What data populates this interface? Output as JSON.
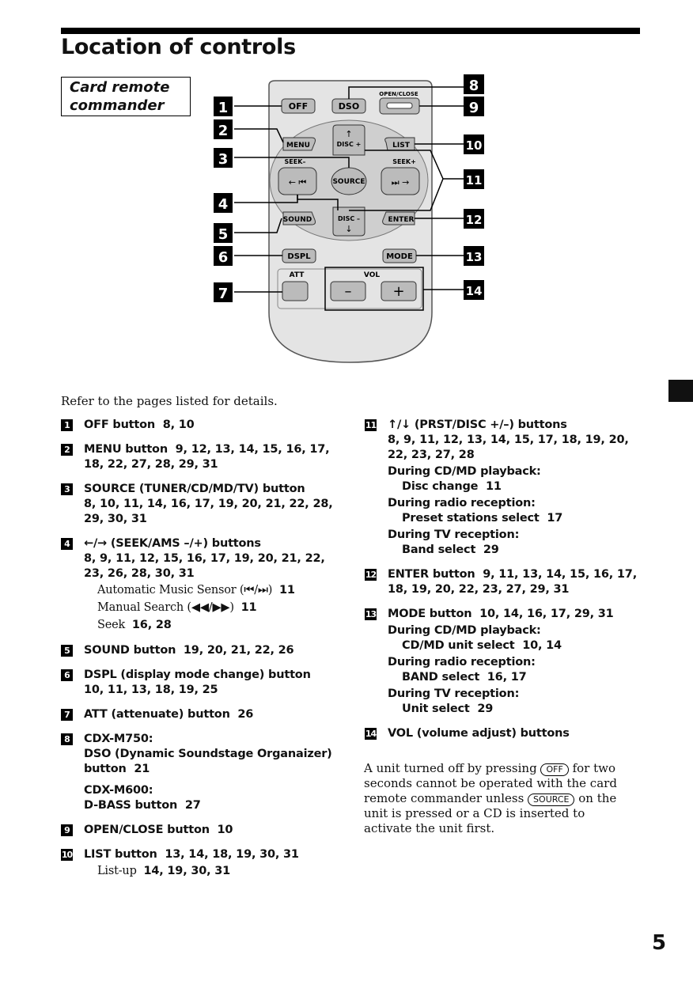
{
  "title": "Location of controls",
  "figure_label": "Card remote commander",
  "page_number": "5",
  "intro": "Refer to the pages listed for details.",
  "remote": {
    "off": "OFF",
    "dso": "DSO",
    "open_close": "OPEN/CLOSE",
    "menu": "MENU",
    "disc_plus": "DISC +",
    "list": "LIST",
    "seek_minus": "SEEK–",
    "seek_plus": "SEEK+",
    "source": "SOURCE",
    "sound": "SOUND",
    "disc_minus": "DISC –",
    "enter": "ENTER",
    "dspl": "DSPL",
    "mode": "MODE",
    "att": "ATT",
    "vol": "VOL",
    "vol_minus": "–",
    "vol_plus": "+",
    "callouts": [
      "1",
      "2",
      "3",
      "4",
      "5",
      "6",
      "7",
      "8",
      "9",
      "10",
      "11",
      "12",
      "13",
      "14"
    ]
  },
  "left_items": [
    {
      "num": "1",
      "text": "OFF button",
      "pages": "8, 10"
    },
    {
      "num": "2",
      "text": "MENU button",
      "pages": "9, 12, 13, 14, 15, 16, 17, 18, 22, 27, 28, 29, 31"
    },
    {
      "num": "3",
      "text": "SOURCE (TUNER/CD/MD/TV) button",
      "pages": "8, 10, 11, 14, 16, 17, 19, 20, 21, 22, 28, 29, 30, 31"
    },
    {
      "num": "4",
      "text": "←/→ (SEEK/AMS –/+) buttons",
      "pages": "8, 9, 11, 12, 15, 16, 17, 19, 20, 21, 22, 23, 26, 28, 30, 31",
      "sub": [
        {
          "label": "Automatic Music Sensor (⏮/⏭)",
          "pages": "11"
        },
        {
          "label": "Manual Search (◀◀/▶▶)",
          "pages": "11"
        },
        {
          "label": "Seek",
          "pages": "16, 28"
        }
      ]
    },
    {
      "num": "5",
      "text": "SOUND button",
      "pages": "19, 20, 21, 22, 26"
    },
    {
      "num": "6",
      "text": "DSPL (display mode change) button",
      "pages": "10, 11, 13, 18, 19, 25"
    },
    {
      "num": "7",
      "text": "ATT (attenuate) button",
      "pages": "26"
    },
    {
      "num": "8",
      "text": "CDX-M750:",
      "model2_line": "DSO (Dynamic Soundstage Organaizer) button",
      "model2_pages": "21",
      "model3": "CDX-M600:",
      "model3_line": "D-BASS button",
      "model3_pages": "27"
    },
    {
      "num": "9",
      "text": "OPEN/CLOSE button",
      "pages": "10"
    },
    {
      "num": "10",
      "text": "LIST button",
      "pages": "13, 14, 18, 19, 30, 31",
      "sub": [
        {
          "label": "List-up",
          "pages": "14, 19, 30, 31"
        }
      ]
    }
  ],
  "right_items": [
    {
      "num": "11",
      "text": "↑/↓ (PRST/DISC +/–) buttons",
      "pages": "8, 9, 11, 12, 13, 14, 15, 17, 18, 19, 20, 22, 23, 27, 28",
      "groups": [
        {
          "heading": "During CD/MD playback:",
          "line": "Disc change",
          "pages": "11"
        },
        {
          "heading": "During radio reception:",
          "line": "Preset stations select",
          "pages": "17"
        },
        {
          "heading": "During TV reception:",
          "line": "Band select",
          "pages": "29"
        }
      ]
    },
    {
      "num": "12",
      "text": "ENTER button",
      "pages": "9, 11, 13, 14, 15, 16, 17, 18, 19, 20, 22, 23, 27, 29, 31"
    },
    {
      "num": "13",
      "text": "MODE button",
      "pages": "10, 14, 16, 17, 29, 31",
      "groups": [
        {
          "heading": "During CD/MD playback:",
          "line": "CD/MD unit select",
          "pages": "10, 14"
        },
        {
          "heading": "During radio reception:",
          "line": "BAND select",
          "pages": "16, 17"
        },
        {
          "heading": "During TV reception:",
          "line": "Unit select",
          "pages": "29"
        }
      ]
    },
    {
      "num": "14",
      "text": "VOL (volume adjust) buttons",
      "pages": ""
    }
  ],
  "note": {
    "part1": "A unit turned off by pressing",
    "btn1": "OFF",
    "part2": "for two seconds cannot be operated with the card remote commander unless",
    "btn2": "SOURCE",
    "part3": "on the unit is pressed or a CD is inserted to activate the unit first."
  }
}
